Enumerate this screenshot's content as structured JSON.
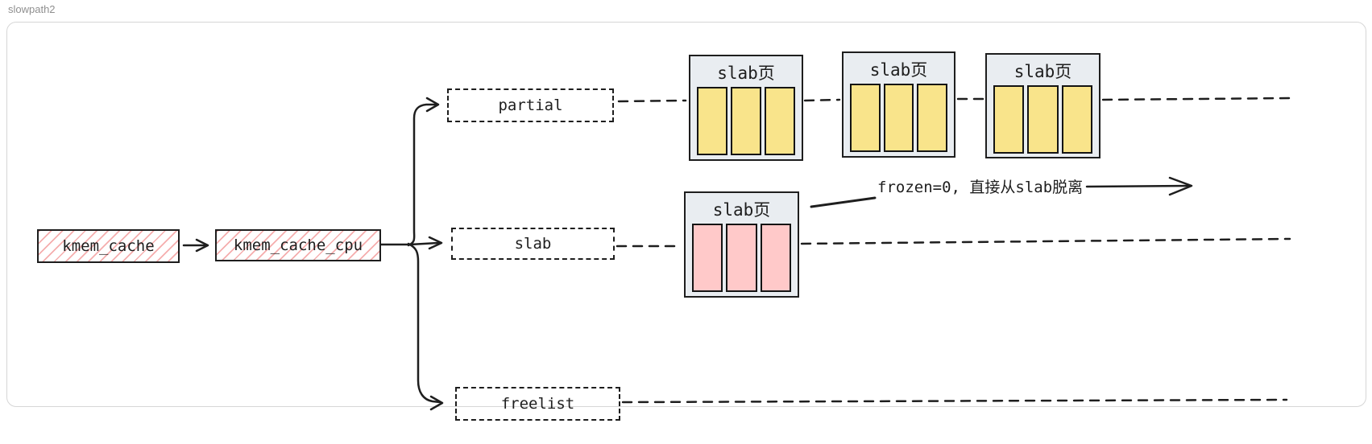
{
  "frame": {
    "label": "slowpath2"
  },
  "nodes": {
    "kmem_cache": {
      "label": "kmem_cache"
    },
    "kmem_cache_cpu": {
      "label": "kmem_cache_cpu"
    },
    "partial": {
      "label": "partial"
    },
    "slab": {
      "label": "slab"
    },
    "freelist": {
      "label": "freelist"
    }
  },
  "slab_pages": {
    "partial_row": [
      {
        "label": "slab页",
        "cells": 3,
        "cell_color": "#f9e48b"
      },
      {
        "label": "slab页",
        "cells": 3,
        "cell_color": "#f9e48b"
      },
      {
        "label": "slab页",
        "cells": 3,
        "cell_color": "#f9e48b"
      }
    ],
    "slab_row": [
      {
        "label": "slab页",
        "cells": 3,
        "cell_color": "#ffc9c9"
      }
    ]
  },
  "annotation": {
    "label": "frozen=0, 直接从slab脱离"
  },
  "colors": {
    "stroke": "#1e1e1e",
    "hatch_pink": "#f5adad",
    "page_background": "#e9edf1",
    "yellow_cell": "#f9e48b",
    "pink_cell": "#ffc9c9",
    "frame_border": "#d6d6d6",
    "frame_label": "#8f8f8f"
  }
}
